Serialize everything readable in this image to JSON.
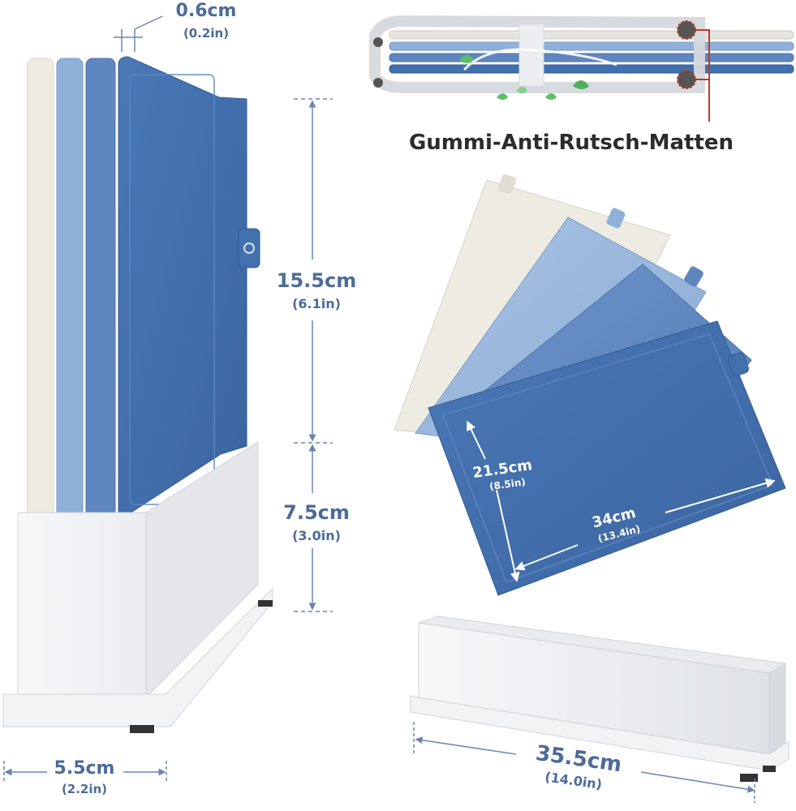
{
  "labels": {
    "thickness_cm": "0.6cm",
    "thickness_in": "(0.2in)",
    "board_height_cm": "15.5cm",
    "board_height_in": "(6.1in)",
    "base_height_cm": "7.5cm",
    "base_height_in": "(3.0in)",
    "base_depth_cm": "5.5cm",
    "base_depth_in": "(2.2in)",
    "mat_caption": "Gummi-Anti-Rutsch-Matten",
    "board_width_cm": "21.5cm",
    "board_width_in": "(8.5in)",
    "board_length_cm": "34cm",
    "board_length_in": "(13.4in)",
    "base_length_cm": "35.5cm",
    "base_length_in": "(14.0in)"
  },
  "colors": {
    "dimension_text": "#4d6b99",
    "board_cream": "#eeebe3",
    "board_light_blue": "#8fb0d8",
    "board_mid_blue": "#5f86bf",
    "board_dark_blue": "#4170ad",
    "holder_white": "#f1f2f4",
    "accent_red": "#c0392b",
    "leaf_green": "#5cbf6a"
  }
}
